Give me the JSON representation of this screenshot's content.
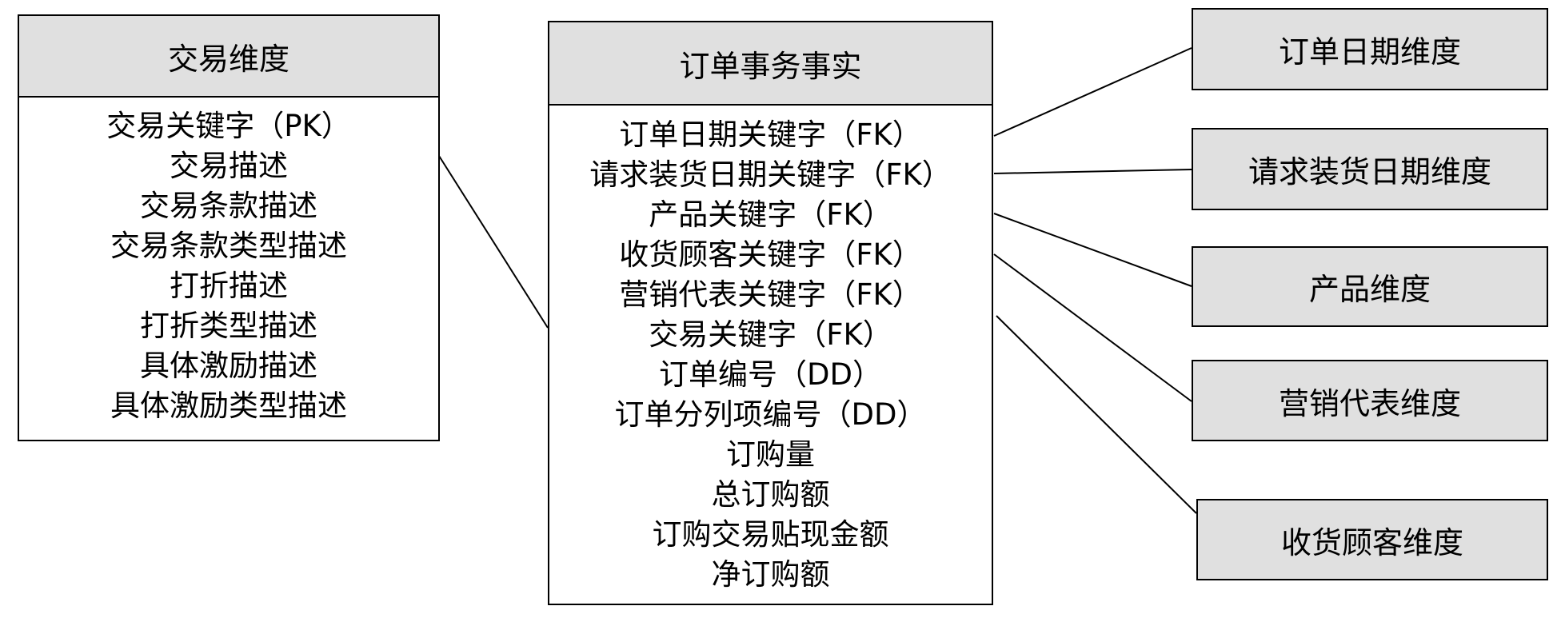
{
  "transaction_dimension": {
    "title": "交易维度",
    "attributes": [
      "交易关键字（PK）",
      "交易描述",
      "交易条款描述",
      "交易条款类型描述",
      "打折描述",
      "打折类型描述",
      "具体激励描述",
      "具体激励类型描述"
    ]
  },
  "order_fact": {
    "title": "订单事务事实",
    "attributes": [
      "订单日期关键字（FK）",
      "请求装货日期关键字（FK）",
      "产品关键字（FK）",
      "收货顾客关键字（FK）",
      "营销代表关键字（FK）",
      "交易关键字（FK）",
      "订单编号（DD）",
      "订单分列项编号（DD）",
      "订购量",
      "总订购额",
      "订购交易贴现金额",
      "净订购额"
    ]
  },
  "dimensions": [
    {
      "label": "订单日期维度"
    },
    {
      "label": "请求装货日期维度"
    },
    {
      "label": "产品维度"
    },
    {
      "label": "营销代表维度"
    },
    {
      "label": "收货顾客维度"
    }
  ]
}
